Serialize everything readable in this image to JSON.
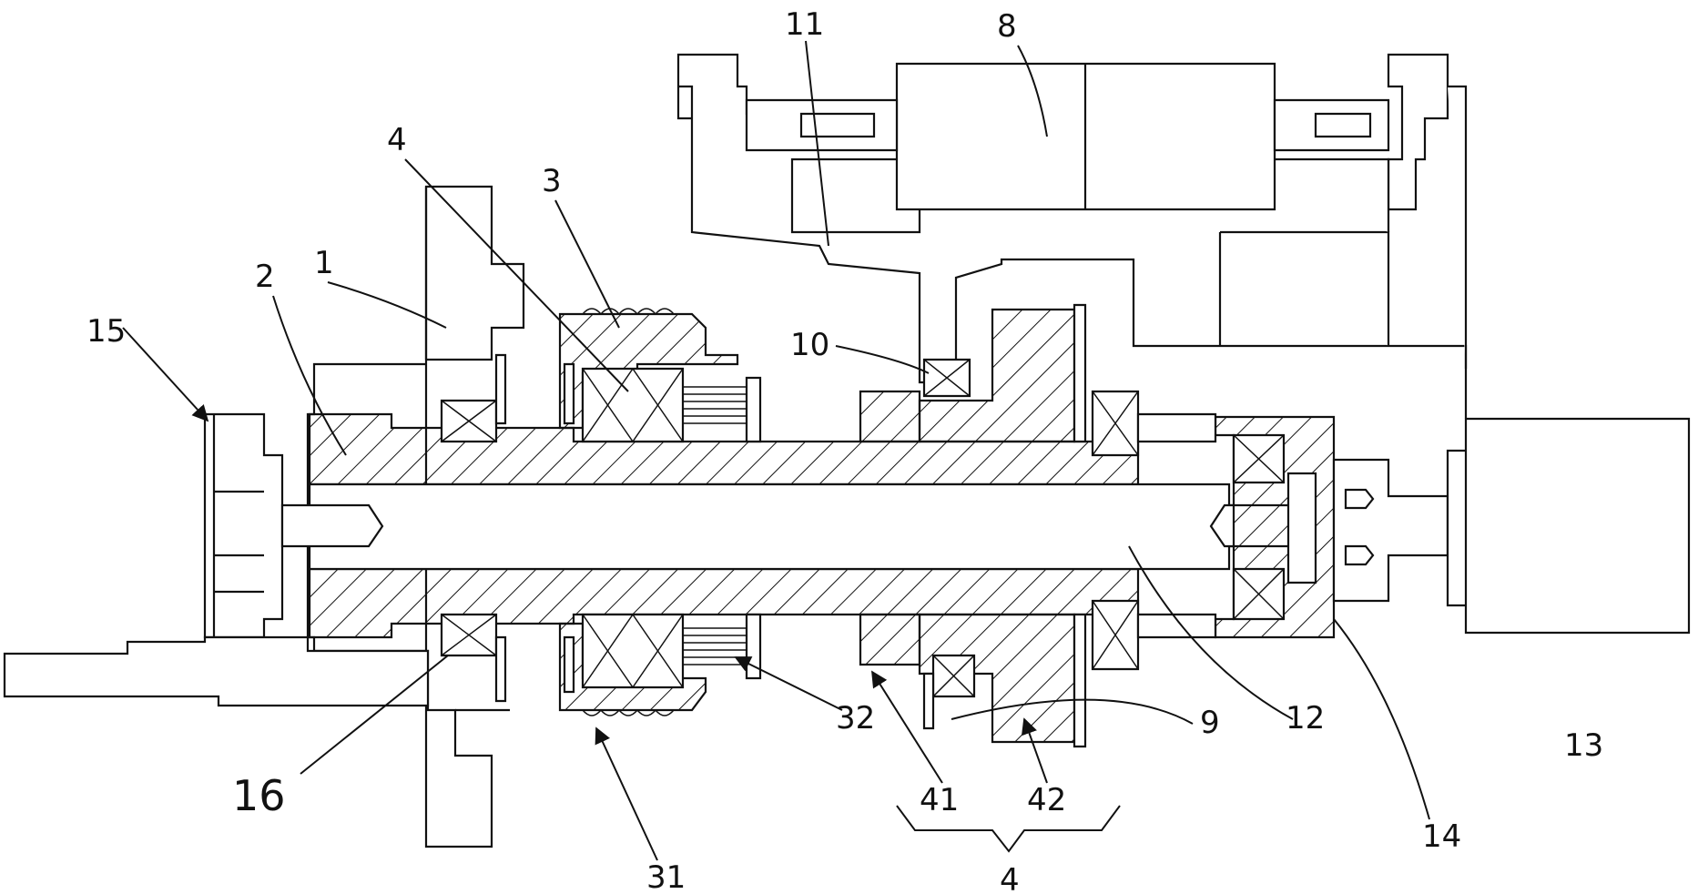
{
  "labels": {
    "l1": "1",
    "l2": "2",
    "l3": "3",
    "l4a": "4",
    "l4b": "4",
    "l8": "8",
    "l9": "9",
    "l10": "10",
    "l11": "11",
    "l12": "12",
    "l13": "13",
    "l14": "14",
    "l15": "15",
    "l16": "16",
    "l31": "31",
    "l32": "32",
    "l41": "41",
    "l42": "42"
  }
}
